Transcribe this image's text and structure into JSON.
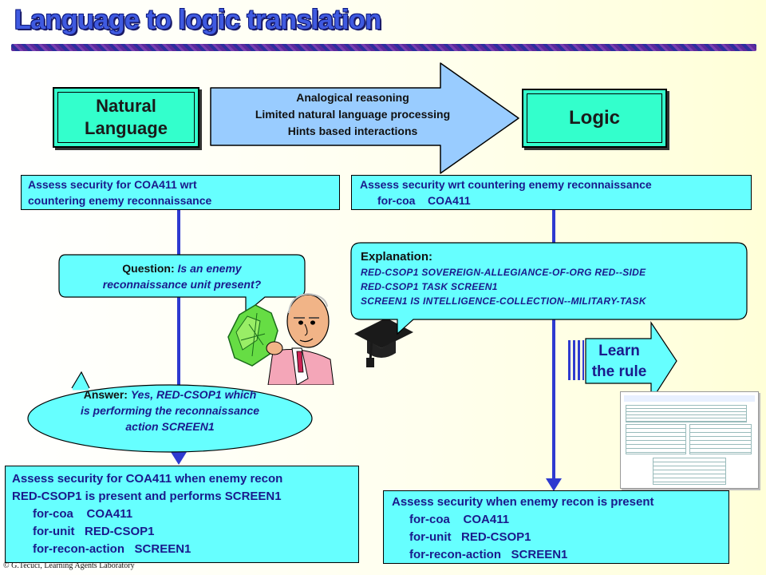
{
  "title": "Language to logic translation",
  "natural_language_label": [
    "Natural",
    "Language"
  ],
  "logic_label": "Logic",
  "arrow_lines": [
    "Analogical reasoning",
    "Limited natural language processing",
    "Hints based interactions"
  ],
  "nl_task": [
    "Assess security for COA411 wrt",
    "countering enemy reconnaissance"
  ],
  "logic_task": {
    "line1": "Assess security wrt countering enemy reconnaissance",
    "line2_key": "for-coa",
    "line2_val": "COA411"
  },
  "question": {
    "label": "Question:",
    "text1": "Is an enemy",
    "text2": "reconnaissance unit present?"
  },
  "answer": {
    "label": "Answer:",
    "text1": "Yes, RED-CSOP1 which",
    "text2": "is performing the reconnaissance",
    "text3": "action SCREEN1"
  },
  "explanation": {
    "label": "Explanation:",
    "lines": [
      "RED-CSOP1  SOVEREIGN-ALLEGIANCE-OF-ORG  RED--SIDE",
      "RED-CSOP1  TASK  SCREEN1",
      "SCREEN1  IS  INTELLIGENCE-COLLECTION--MILITARY-TASK"
    ]
  },
  "learn_rule": [
    "Learn",
    "the rule"
  ],
  "nl_result": {
    "line1": "Assess security for COA411 when enemy recon",
    "line2": "RED-CSOP1 is present and performs SCREEN1",
    "rows": [
      {
        "key": "for-coa",
        "val": "COA411"
      },
      {
        "key": "for-unit",
        "val": "RED-CSOP1"
      },
      {
        "key": "for-recon-action",
        "val": "SCREEN1"
      }
    ]
  },
  "logic_result": {
    "line1": "Assess security when enemy recon is present",
    "rows": [
      {
        "key": "for-coa",
        "val": "COA411"
      },
      {
        "key": "for-unit",
        "val": "RED-CSOP1"
      },
      {
        "key": "for-recon-action",
        "val": "SCREEN1"
      }
    ]
  },
  "footer": "© G.Tecuci, Learning Agents Laboratory",
  "colors": {
    "title": "#3f5ae0",
    "box_green": "#33ffcc",
    "box_cyan": "#66ffff",
    "arrow": "#99ccff",
    "text_blue": "#1a1a8c",
    "line_blue": "#2e3ad0"
  }
}
